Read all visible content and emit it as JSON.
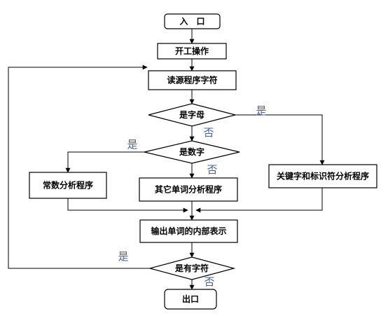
{
  "nodes": {
    "entry": "入　口",
    "init": "开工操作",
    "read_source": "读源程序字符",
    "is_letter": "是字母",
    "is_digit": "是数字",
    "const_analysis": "常数分析程序",
    "other_word_analysis": "其它单词分析程序",
    "keyword_identifier_analysis": "关键字和标识符分析程序",
    "output_internal": "输出单词的内部表示",
    "has_char": "是有字符",
    "exit": "出口"
  },
  "branch_labels": {
    "letter_yes": "是",
    "letter_no": "否",
    "digit_yes": "是",
    "digit_no": "否",
    "has_char_yes": "是",
    "has_char_no": "否"
  },
  "colors": {
    "line": "#000000",
    "branch_label": "#4a5fa8",
    "box_fill": "#ffffff"
  }
}
